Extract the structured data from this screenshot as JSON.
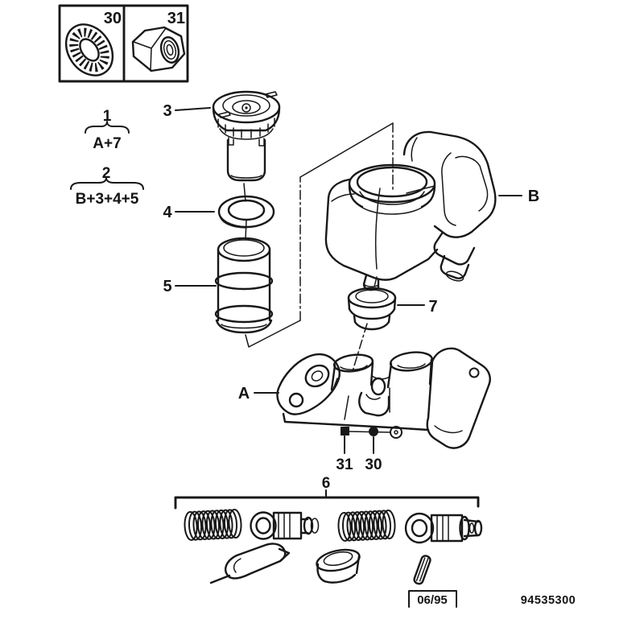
{
  "document": {
    "kind": "exploded-parts-diagram",
    "subject": "Brake master cylinder with fluid reservoir",
    "colors": {
      "ink": "#181818",
      "paper": "#ffffff"
    }
  },
  "inset": {
    "items": [
      {
        "number": "30",
        "name": "serrated lock washer"
      },
      {
        "number": "31",
        "name": "hex nut"
      }
    ]
  },
  "groups": [
    {
      "number": "1",
      "composition": "A+7"
    },
    {
      "number": "2",
      "composition": "B+3+4+5"
    }
  ],
  "callouts": {
    "cap": "3",
    "seal_ring": "4",
    "strainer": "5",
    "repair_kit": "6",
    "grommet": "7",
    "master_cylinder": "A",
    "reservoir": "B",
    "stud_nut": "31",
    "stud_washer": "30"
  },
  "footer": {
    "date_code": "06/95",
    "drawing_number": "94535300"
  }
}
